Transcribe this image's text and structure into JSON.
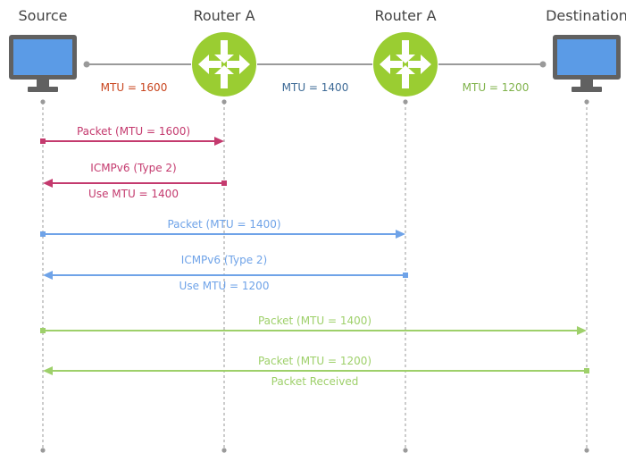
{
  "nodes": [
    {
      "label": "Source",
      "icon": "computer-icon"
    },
    {
      "label": "Router A",
      "icon": "router-icon"
    },
    {
      "label": "Router A",
      "icon": "router-icon"
    },
    {
      "label": "Destination",
      "icon": "computer-icon"
    }
  ],
  "links": [
    {
      "label": "MTU = 1600",
      "color": "#c8451e"
    },
    {
      "label": "MTU = 1400",
      "color": "#3d6a96"
    },
    {
      "label": "MTU = 1200",
      "color": "#7fb24a"
    }
  ],
  "messages": [
    {
      "from": 0,
      "to": 1,
      "lines": [
        "Packet (MTU = 1600)"
      ],
      "color": "#c43a6e"
    },
    {
      "from": 1,
      "to": 0,
      "lines": [
        "ICMPv6 (Type 2)",
        "Use MTU = 1400"
      ],
      "color": "#c43a6e"
    },
    {
      "from": 0,
      "to": 2,
      "lines": [
        "Packet (MTU = 1400)"
      ],
      "color": "#6fa3e8"
    },
    {
      "from": 2,
      "to": 0,
      "lines": [
        "ICMPv6 (Type 2)",
        "Use MTU = 1200"
      ],
      "color": "#6fa3e8"
    },
    {
      "from": 0,
      "to": 3,
      "lines": [
        "Packet (MTU = 1400)"
      ],
      "color": "#9ed06a"
    },
    {
      "from": 3,
      "to": 0,
      "lines": [
        "Packet (MTU = 1200)"
      ],
      "color": "#9ed06a"
    }
  ],
  "final_note": {
    "text": "Packet Received",
    "color": "#9ed06a"
  },
  "colors": {
    "text": "#444444",
    "lifeline": "#9a9a9a",
    "router_fill": "#9acd32",
    "monitor_frame": "#616161",
    "monitor_screen": "#5b9be6"
  }
}
